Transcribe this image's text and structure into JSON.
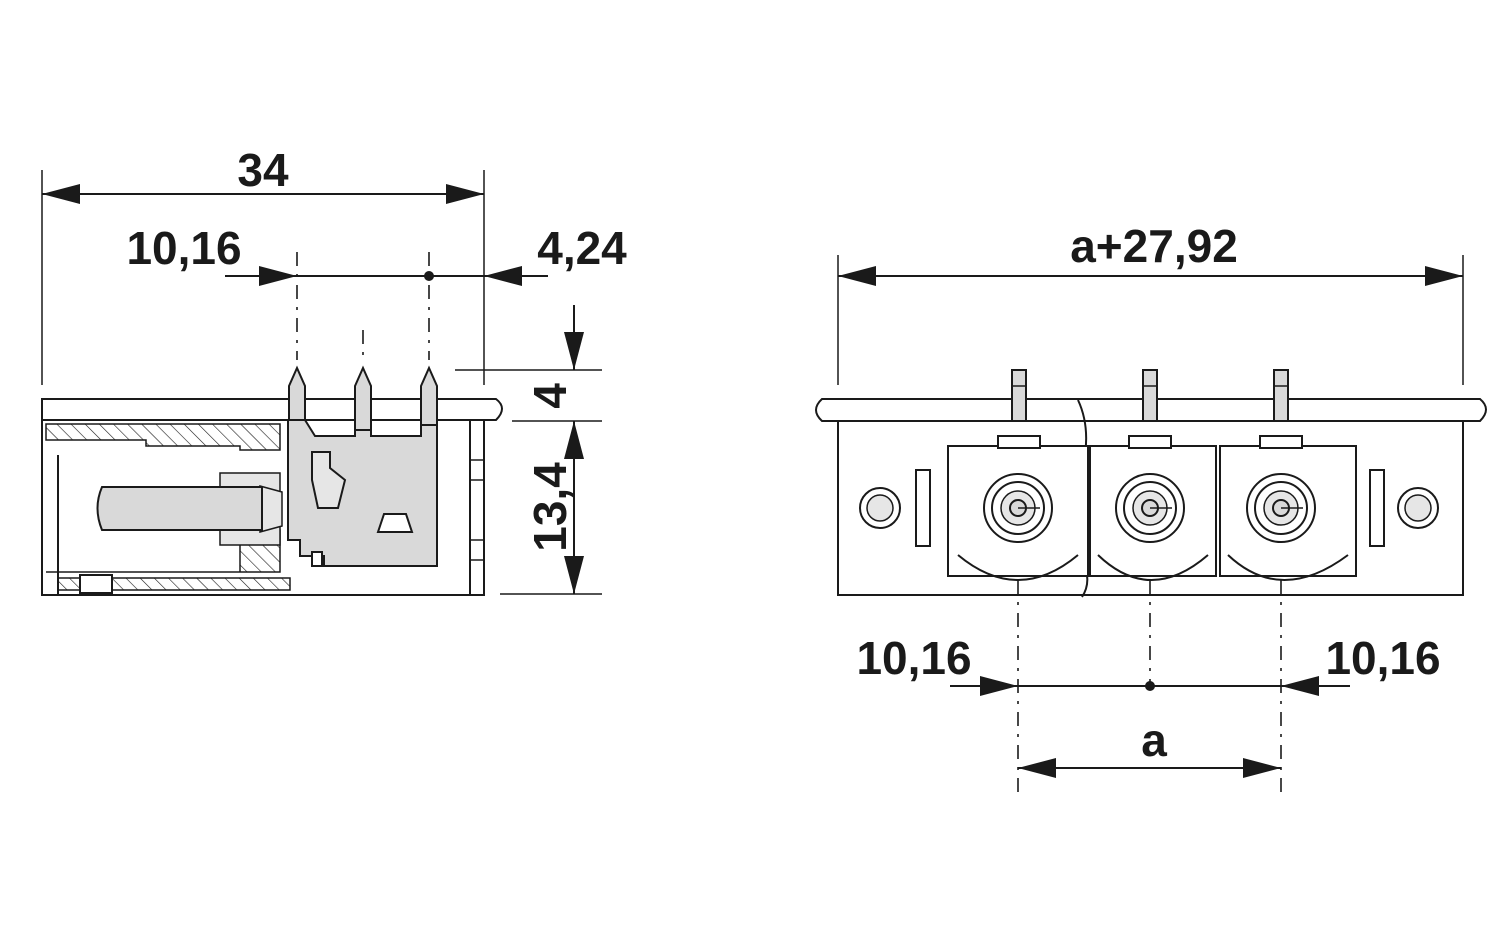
{
  "side_view": {
    "dim_overall_length": "34",
    "dim_pin_offset": "10,16",
    "dim_rear_offset": "4,24",
    "dim_pin_height": "4",
    "dim_body_height": "13,4"
  },
  "front_view": {
    "dim_overall_width": "a+27,92",
    "dim_left_offset": "10,16",
    "dim_right_offset": "10,16",
    "dim_pitch": "a",
    "positions": 3
  },
  "colors": {
    "line": "#1a1a1a",
    "fill_grey": "#d9d9d9",
    "background": "#ffffff"
  }
}
